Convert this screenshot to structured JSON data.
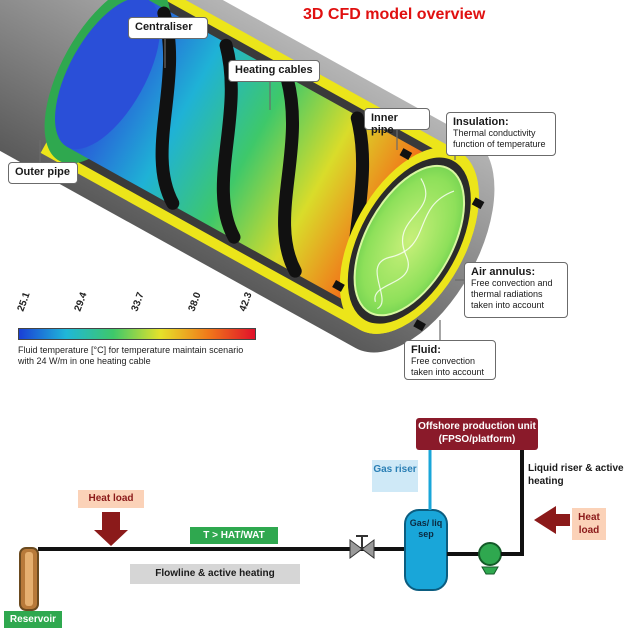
{
  "title": "3D CFD model overview",
  "colors": {
    "title": "#e01010",
    "insulation": "#ece51a",
    "outer_pipe": "#8a8a8a",
    "heating_cable": "#111111",
    "heat_load_box": "#fbd2b8",
    "heat_load_text": "#8b1a1a",
    "hat_wat_box": "#2fa84f",
    "flowline_box": "#d6d6d6",
    "gas_riser_box": "#cfe9f7",
    "gas_riser_text": "#2a7fb5",
    "platform_box": "#8a1a2a",
    "separator": "#19a6d9",
    "reservoir_box": "#2fa84f",
    "arrow": "#8b1a1a"
  },
  "callouts": {
    "centraliser": "Centraliser",
    "heating_cables": "Heating cables",
    "inner_pipe": "Inner pipe",
    "insulation_title": "Insulation:",
    "insulation_desc": "Thermal conductivity function of temperature",
    "outer_pipe": "Outer pipe",
    "air_annulus_title": "Air annulus:",
    "air_annulus_desc": "Free convection and thermal radiations taken into account",
    "fluid_title": "Fluid:",
    "fluid_desc": "Free convection taken into account"
  },
  "colorbar": {
    "ticks": [
      "25.1",
      "29.4",
      "33.7",
      "38.0",
      "42.3"
    ],
    "stops": [
      "#1a3fd6",
      "#1fb7d8",
      "#3ec86a",
      "#e6e12a",
      "#f07a1a",
      "#e0102a"
    ],
    "caption": "Fluid temperature [°C] for temperature maintain scenario with 24 W/m in one heating cable"
  },
  "schematic": {
    "platform": "Offshore production unit (FPSO/platform)",
    "gas_riser": "Gas riser",
    "separator": "Gas/ liq sep",
    "liquid_riser": "Liquid riser & active heating",
    "heat_load_left": "Heat load",
    "heat_load_right": "Heat load",
    "hat_wat": "T > HAT/WAT",
    "flowline": "Flowline & active heating",
    "reservoir": "Reservoir"
  }
}
